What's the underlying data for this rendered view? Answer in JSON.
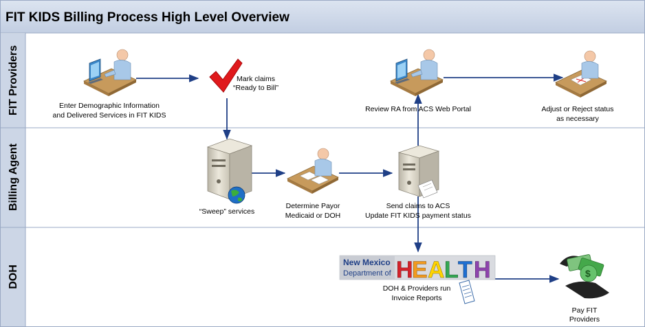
{
  "title": "FIT KIDS Billing Process High Level Overview",
  "lanes": [
    {
      "label": "FIT Providers"
    },
    {
      "label": "Billing Agent"
    },
    {
      "label": "DOH"
    }
  ],
  "steps": {
    "enter_info": {
      "line1": "Enter Demographic Information",
      "line2": "and Delivered Services in FIT KIDS"
    },
    "mark_claims": {
      "line1": "Mark claims",
      "line2": "“Ready to Bill”"
    },
    "review_ra": {
      "line1": "Review RA from ACS Web Portal"
    },
    "adjust": {
      "line1": "Adjust or Reject status",
      "line2": "as necessary"
    },
    "sweep": {
      "line1": "“Sweep” services"
    },
    "determine_payor": {
      "line1": "Determine Payor",
      "line2": "Medicaid or DOH"
    },
    "send_claims": {
      "line1": "Send claims to ACS",
      "line2": "Update FIT KIDS payment status"
    },
    "doh_reports": {
      "line1": "DOH & Providers run",
      "line2": "Invoice Reports"
    },
    "pay": {
      "line1": "Pay FIT",
      "line2": "Providers"
    }
  },
  "logo": {
    "line1": "New Mexico",
    "line2": "Department of",
    "word": [
      "H",
      "E",
      "A",
      "L",
      "T",
      "H"
    ],
    "letter_colors": [
      "#d4232b",
      "#f29b1f",
      "#ffd400",
      "#34a853",
      "#1f6fd1",
      "#8e44ad"
    ]
  },
  "colors": {
    "lane_header": "#ccd6e6",
    "border": "#9aa9c4",
    "arrow": "#1f3f86",
    "checkmark": "#e0191c",
    "monitor": "#3a87c9",
    "skin": "#f4c8a8",
    "shirt": "#a8c8e8",
    "desk": "#c79a5c",
    "server": "#d6d1c2",
    "money": "#44a84a"
  },
  "icons": [
    "person-at-computer-icon",
    "checkmark-icon",
    "server-globe-icon",
    "person-at-desk-icon",
    "server-document-icon",
    "money-hands-icon",
    "document-icon"
  ]
}
